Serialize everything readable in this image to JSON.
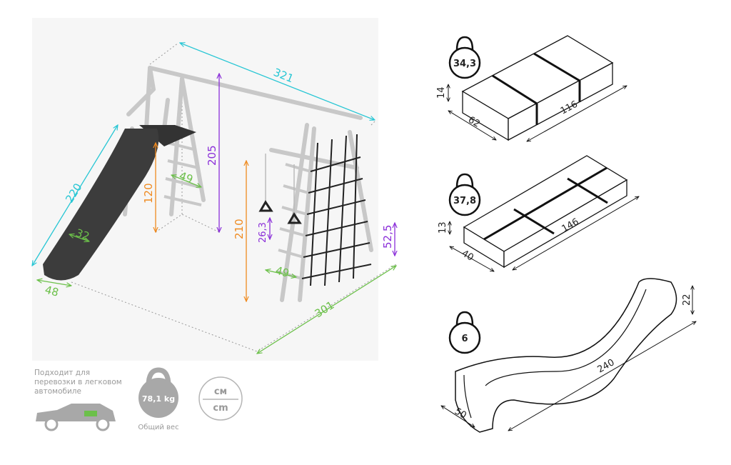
{
  "assembled": {
    "dimensions": {
      "beam_length": "321",
      "slide_length": "220",
      "frame_height": "205",
      "platform_height": "120",
      "ladder_width": "49",
      "slide_inner_width": "32",
      "slide_width": "48",
      "climber_height": "210",
      "rings_height": "26,3",
      "net_ladder_width": "49",
      "foot_height": "52,5",
      "total_length": "301"
    }
  },
  "info": {
    "transport_note": "Подходит для перевозки в легковом автомобиле",
    "total_weight": "78,1 kg",
    "total_weight_label": "Общий вес",
    "units_top": "см",
    "units_bottom": "cm"
  },
  "packages": [
    {
      "weight": "34,3",
      "height": "14",
      "width": "62",
      "length": "116"
    },
    {
      "weight": "37,8",
      "height": "13",
      "width": "40",
      "length": "146"
    },
    {
      "weight": "6",
      "height": "22",
      "width": "50",
      "length": "240"
    }
  ],
  "colors": {
    "cyan": "#27c6d4",
    "purple": "#8b2fd9",
    "orange": "#ef8a1f",
    "green": "#6cc04a",
    "gray": "#a8a8a8"
  }
}
